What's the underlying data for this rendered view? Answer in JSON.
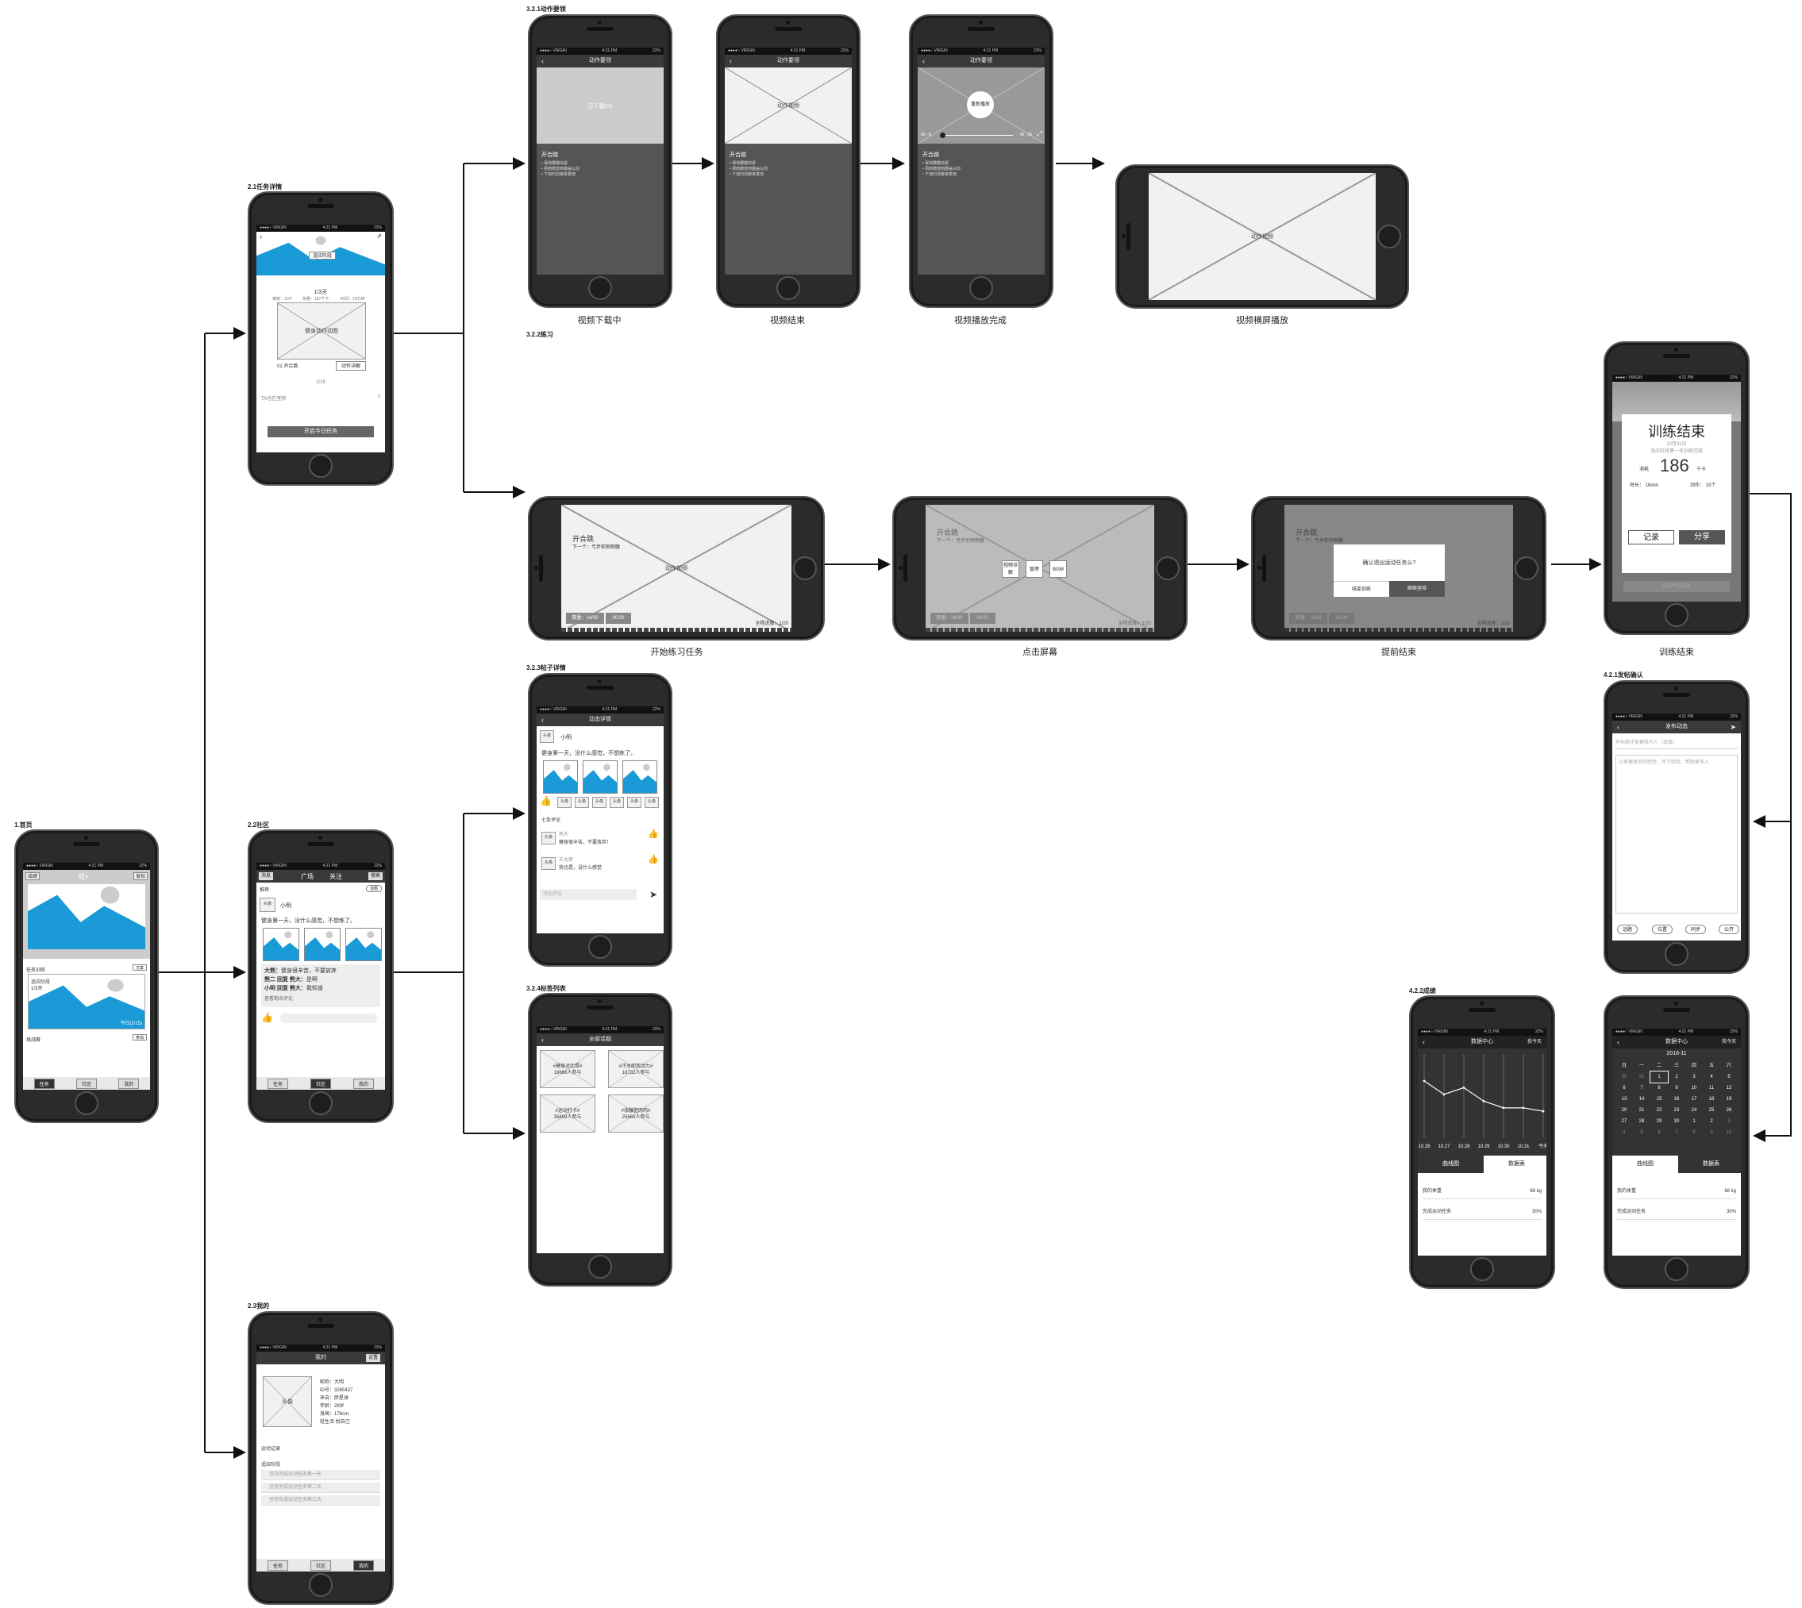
{
  "sections": {
    "home": "1.首页",
    "task_detail": "2.1任务详情",
    "community": "2.2社区",
    "mine": "2.3我的",
    "action_guide": "3.2.1动作要领",
    "practice": "3.2.2练习",
    "post_detail": "3.2.3帖子详情",
    "tag_list": "3.2.4标签列表",
    "post_confirm": "4.2.1发帖确认",
    "results": "4.2.2成绩"
  },
  "captions": {
    "video_downloading": "视频下载中",
    "video_end": "视频结束",
    "video_play_done": "视频播放完成",
    "video_landscape": "视频横屏播放",
    "start_practice": "开始练习任务",
    "tap_screen": "点击屏幕",
    "early_end": "提前结束",
    "training_end": "训练结束"
  },
  "status": {
    "carrier": "●●●●○ VIRGIN",
    "time": "4:21 PM",
    "battery": "22%"
  },
  "home": {
    "left_btn": "成绩",
    "title": "轻+",
    "right_btn": "发帖",
    "task_label": "任务训练",
    "task_badge": "方案",
    "stage": "适应阶段",
    "progress": "1/3天",
    "today": "今日(1/15)",
    "challenge": "挑战赛",
    "challenge_badge": "参加",
    "tabs": [
      "任务",
      "社区",
      "我的"
    ]
  },
  "task_detail": {
    "stage_btn": "适应阶段",
    "day": "1/3天",
    "stats": [
      "难度：10/T",
      "热量：187千卡",
      "时间：10分钟"
    ],
    "card_label": "健身动作动图",
    "item": "01 开合跳",
    "detail_btn": "动作详解",
    "page": "1/15",
    "tips": "TA也在坚持",
    "start_btn": "开启今日任务"
  },
  "community": {
    "left_btn": "消息",
    "tab1": "广场",
    "tab2": "关注",
    "right_btn": "搜索",
    "rec": "推荐",
    "rec_badge": "话题",
    "avatar": "头像",
    "user": "小明",
    "content": "健身第一天，没什么感觉，不想练了。",
    "comments": [
      {
        "name": "大熊：",
        "text": "健身很辛苦，不要放弃"
      },
      {
        "name": "熊二 回复 熊大：",
        "text": "是啊"
      },
      {
        "name": "小明 回复 熊大：",
        "text": "我知道"
      }
    ],
    "more": "查看剩余评论",
    "tabs": [
      "任务",
      "社区",
      "我的"
    ]
  },
  "mine": {
    "title": "我的",
    "right_btn": "设置",
    "avatar": "头像",
    "info": [
      "昵称：大明",
      "ID号：3265437",
      "来自：胖星球",
      "年龄：28岁",
      "身高：178cm",
      "轻生活  悦自己"
    ],
    "record": "运动记录",
    "stage": "适应阶段",
    "days": [
      "坚持完成运动任务第一天",
      "坚持完成运动任务第二天",
      "坚持完成运动任务第三天"
    ],
    "tabs": [
      "任务",
      "社区",
      "我的"
    ]
  },
  "guide": {
    "title": "动作要领",
    "downloading": "已下载6%",
    "video": "动作视频",
    "replay": "重新播放",
    "exercise": "开合跳",
    "points": [
      "• 保持腰腹收紧",
      "• 把肩膀放到膝盖以前",
      "• 下落时前脚掌着地"
    ],
    "time_left": "00 : 8",
    "time_right": "00 : 30",
    "landscape_video": "动作视频"
  },
  "practice": {
    "exercise": "开合跳",
    "next": "下一个：弓步前侧侧腰",
    "video": "动作视频",
    "count": "数量：14/30",
    "timer": "00:20",
    "total": "全程进度：1/20",
    "ctrl": [
      "视频详解",
      "暂停",
      "BGM"
    ],
    "confirm": "确认退出运动任务么?",
    "end_btn": "结束训练",
    "continue_btn": "继续坚持"
  },
  "training_end": {
    "title": "训练结束",
    "date": "10月31日",
    "sub": "适应阶段第一天训练完成",
    "consume_label": "消耗",
    "kcal": "186",
    "unit": "千卡",
    "duration": "时长：  16min",
    "actions": "动作：  15个",
    "record_btn": "记录",
    "share_btn": "分享",
    "bottom_btn": "开启今日任务"
  },
  "post_detail": {
    "title": "动态详情",
    "avatar": "头像",
    "user": "小明",
    "content": "健身第一天，没什么感觉，不想练了。",
    "likes": [
      "头像",
      "头像",
      "头像",
      "头像",
      "头像",
      "头像"
    ],
    "comment_count": "七条评论",
    "comments": [
      {
        "avatar": "头像",
        "name": "熊大",
        "text": "健身很辛苦，不要放弃！"
      },
      {
        "avatar": "头像",
        "name": "灰太狼",
        "text": "我也是，没什么感觉"
      }
    ],
    "input_placeholder": "添加评论"
  },
  "tag_list": {
    "title": "全部话题",
    "tags": [
      {
        "name": "#健身对比照#",
        "count": "19666人参与"
      },
      {
        "name": "#汗水即我动力#",
        "count": "18732人参与"
      },
      {
        "name": "#运动打卡#",
        "count": "35699人参与"
      },
      {
        "name": "#涨腰肥肉肉#",
        "count": "25660人参与"
      }
    ]
  },
  "post_confirm": {
    "title": "发布动态",
    "topic_placeholder": "有标题才能更吸引人（选填）",
    "body_placeholder": "分享健身后的感受，写下经验，帮助更多人",
    "chips": [
      "话题",
      "位置",
      "同步",
      "公开"
    ]
  },
  "results": {
    "title": "数据中心",
    "right": "我今天",
    "chart_data": {
      "type": "line",
      "categories": [
        "10.26",
        "10.27",
        "10.28",
        "10.29",
        "10.30",
        "10.31",
        "今天"
      ],
      "values": [
        72,
        68,
        70,
        66,
        64,
        64,
        63
      ],
      "ylim": [
        55,
        80
      ]
    },
    "tab_curve": "曲线图",
    "tab_table": "数据表",
    "weight_label": "我的体重",
    "weight_val": "68 kg",
    "done_label": "完成运动任务",
    "done_val": "30%",
    "month": "2016-11",
    "weekdays": [
      "日",
      "一",
      "二",
      "三",
      "四",
      "五",
      "六"
    ],
    "days": [
      "30",
      "31",
      "1",
      "2",
      "3",
      "4",
      "5",
      "6",
      "7",
      "8",
      "9",
      "10",
      "11",
      "12",
      "13",
      "14",
      "15",
      "16",
      "17",
      "18",
      "19",
      "20",
      "21",
      "22",
      "23",
      "24",
      "25",
      "26",
      "27",
      "28",
      "29",
      "30",
      "1",
      "2",
      "3",
      "4",
      "5",
      "6",
      "7",
      "8",
      "9",
      "10"
    ]
  }
}
